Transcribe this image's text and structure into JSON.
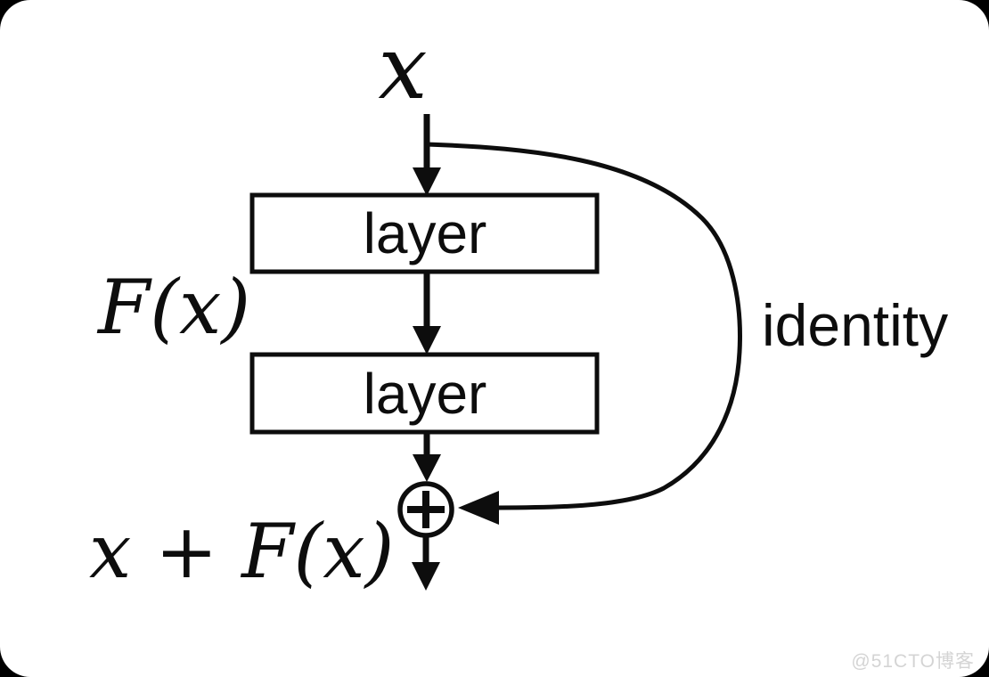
{
  "canvas": {
    "outer_background": "#000000",
    "surface_color": "#ffffff",
    "stroke_color": "#0d0d0d"
  },
  "diagram": {
    "kind": "residual-block-flow-diagram",
    "input_label": "x",
    "layer_boxes": [
      {
        "label": "layer"
      },
      {
        "label": "layer"
      }
    ],
    "function_label": "F(x)",
    "identity_label": "identity",
    "sum_symbol": "+",
    "output_label": "x + F(x)"
  },
  "watermark": {
    "text": "@51CTO博客",
    "color": "#d4d4d4"
  }
}
